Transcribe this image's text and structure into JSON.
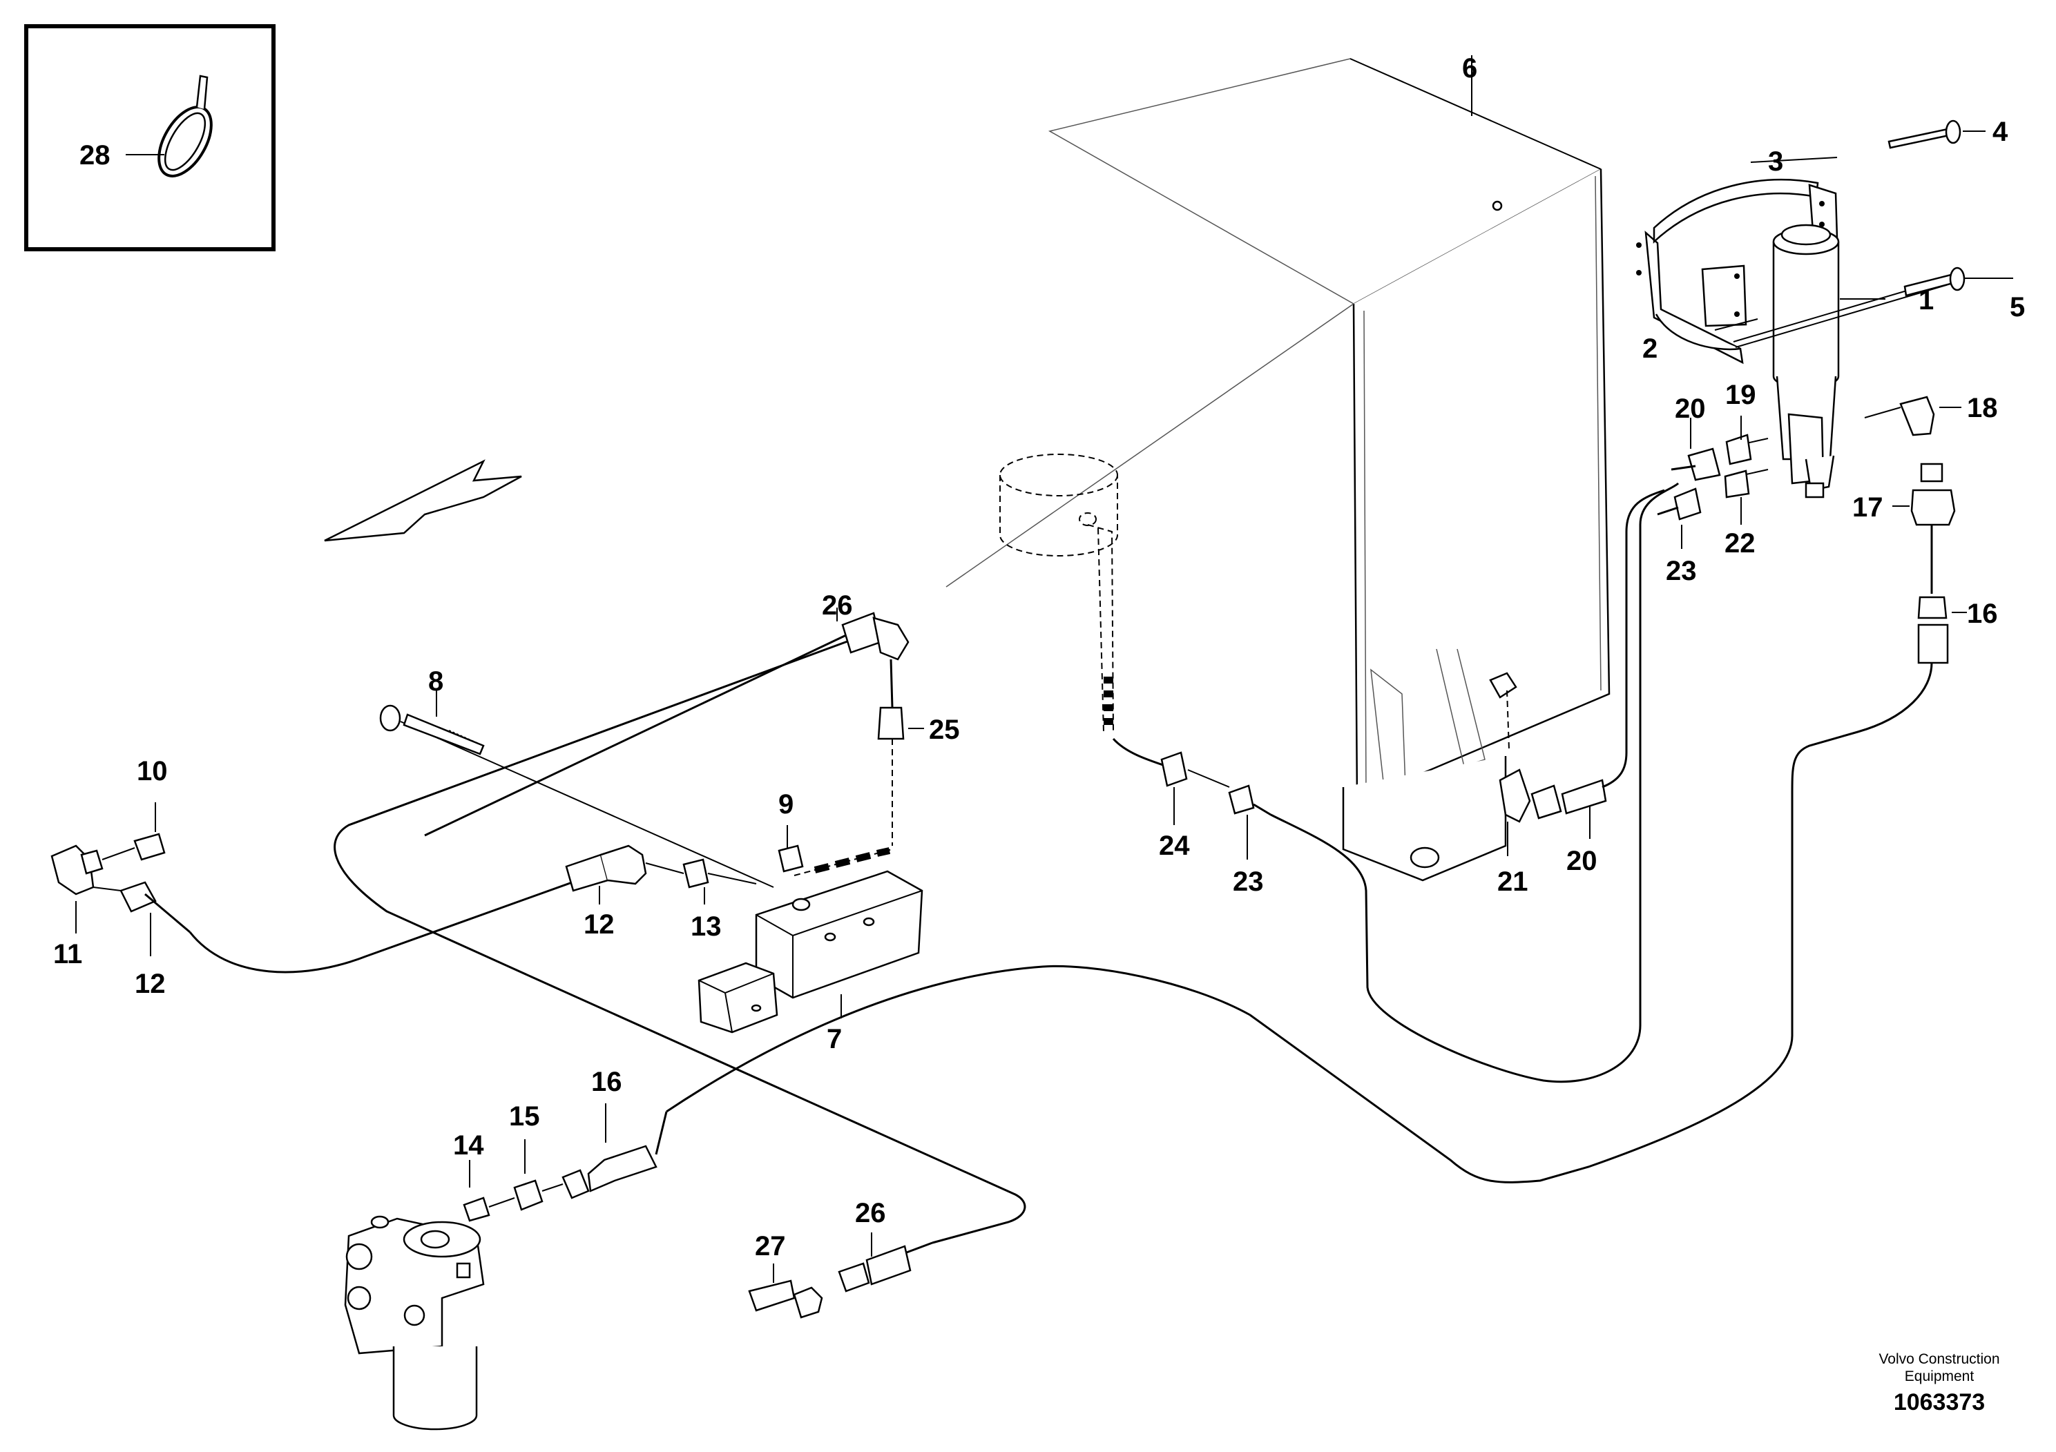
{
  "callouts": [
    {
      "id": "28",
      "text": "28"
    },
    {
      "id": "6",
      "text": "6"
    },
    {
      "id": "4",
      "text": "4"
    },
    {
      "id": "3",
      "text": "3"
    },
    {
      "id": "5",
      "text": "5"
    },
    {
      "id": "2",
      "text": "2"
    },
    {
      "id": "1",
      "text": "1"
    },
    {
      "id": "18",
      "text": "18"
    },
    {
      "id": "20a",
      "text": "20"
    },
    {
      "id": "19",
      "text": "19"
    },
    {
      "id": "17",
      "text": "17"
    },
    {
      "id": "23a",
      "text": "23"
    },
    {
      "id": "22",
      "text": "22"
    },
    {
      "id": "16a",
      "text": "16"
    },
    {
      "id": "26a",
      "text": "26"
    },
    {
      "id": "8",
      "text": "8"
    },
    {
      "id": "25",
      "text": "25"
    },
    {
      "id": "10",
      "text": "10"
    },
    {
      "id": "9",
      "text": "9"
    },
    {
      "id": "24",
      "text": "24"
    },
    {
      "id": "23b",
      "text": "23"
    },
    {
      "id": "21",
      "text": "21"
    },
    {
      "id": "20b",
      "text": "20"
    },
    {
      "id": "11",
      "text": "11"
    },
    {
      "id": "12a",
      "text": "12"
    },
    {
      "id": "12b",
      "text": "12"
    },
    {
      "id": "13",
      "text": "13"
    },
    {
      "id": "7",
      "text": "7"
    },
    {
      "id": "16b",
      "text": "16"
    },
    {
      "id": "15",
      "text": "15"
    },
    {
      "id": "14",
      "text": "14"
    },
    {
      "id": "26b",
      "text": "26"
    },
    {
      "id": "27",
      "text": "27"
    }
  ],
  "footer": {
    "credit_line1": "Volvo Construction",
    "credit_line2": "Equipment",
    "doc_number": "1063373"
  }
}
